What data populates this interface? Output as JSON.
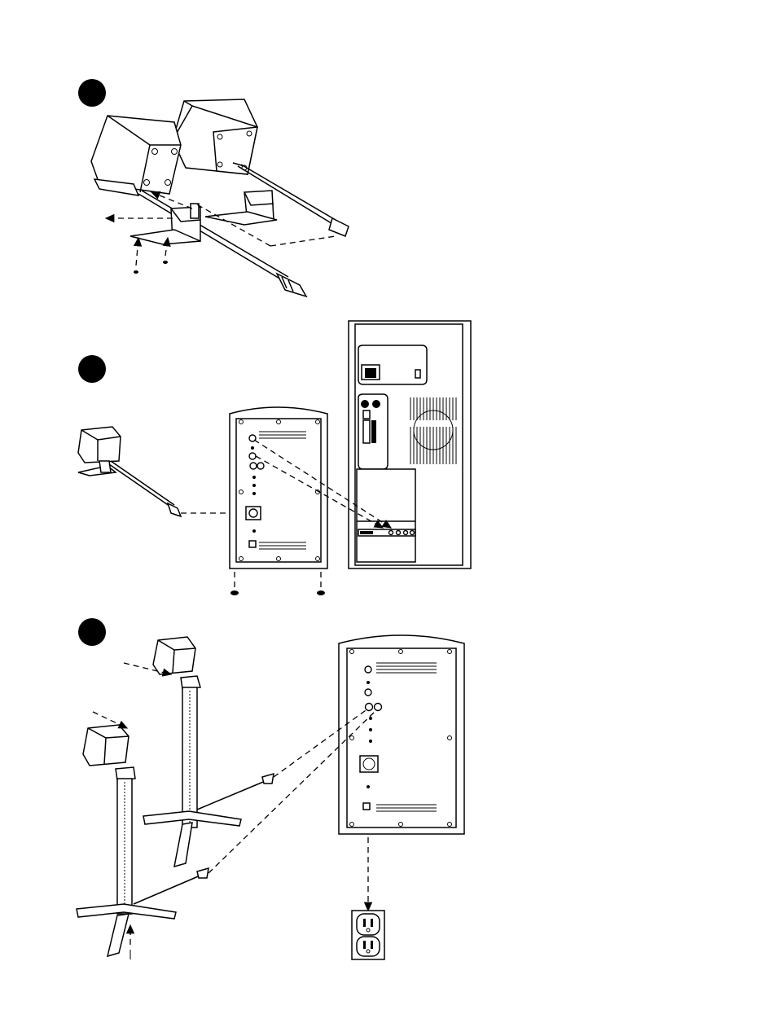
{
  "steps": [
    {
      "id": 1,
      "marker": "filled-circle"
    },
    {
      "id": 2,
      "marker": "filled-circle"
    },
    {
      "id": 3,
      "marker": "filled-circle"
    }
  ],
  "colors": {
    "line": "#000000",
    "background": "#ffffff",
    "shade": "#dddddd"
  }
}
